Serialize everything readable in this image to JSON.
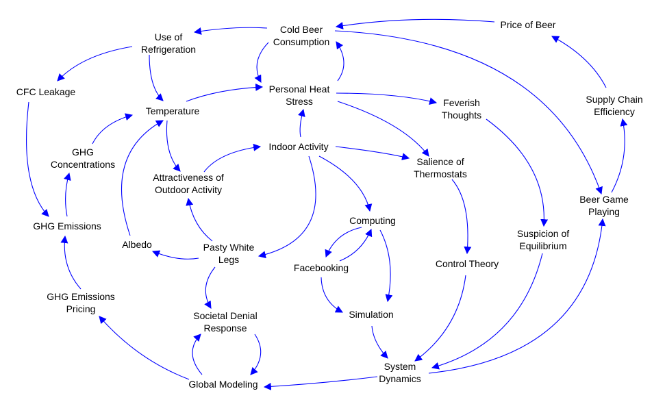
{
  "diagram": {
    "type": "causal-loop-diagram",
    "colors": {
      "arrow": "#0000ff",
      "text": "#000000",
      "background": "#ffffff"
    },
    "nodes": [
      {
        "id": "cold-beer-consumption",
        "lines": [
          "Cold Beer",
          "Consumption"
        ]
      },
      {
        "id": "price-of-beer",
        "lines": [
          "Price of Beer"
        ]
      },
      {
        "id": "use-of-refrigeration",
        "lines": [
          "Use of",
          "Refrigeration"
        ]
      },
      {
        "id": "cfc-leakage",
        "lines": [
          "CFC Leakage"
        ]
      },
      {
        "id": "personal-heat-stress",
        "lines": [
          "Personal Heat",
          "Stress"
        ]
      },
      {
        "id": "temperature",
        "lines": [
          "Temperature"
        ]
      },
      {
        "id": "feverish-thoughts",
        "lines": [
          "Feverish",
          "Thoughts"
        ]
      },
      {
        "id": "supply-chain-efficiency",
        "lines": [
          "Supply Chain",
          "Efficiency"
        ]
      },
      {
        "id": "ghg-concentrations",
        "lines": [
          "GHG",
          "Concentrations"
        ]
      },
      {
        "id": "indoor-activity",
        "lines": [
          "Indoor Activity"
        ]
      },
      {
        "id": "salience-of-thermostats",
        "lines": [
          "Salience of",
          "Thermostats"
        ]
      },
      {
        "id": "attractiveness-of-outdoor-activity",
        "lines": [
          "Attractiveness of",
          "Outdoor Activity"
        ]
      },
      {
        "id": "beer-game-playing",
        "lines": [
          "Beer Game",
          "Playing"
        ]
      },
      {
        "id": "ghg-emissions",
        "lines": [
          "GHG Emissions"
        ]
      },
      {
        "id": "computing",
        "lines": [
          "Computing"
        ]
      },
      {
        "id": "suspicion-of-equilibrium",
        "lines": [
          "Suspicion of",
          "Equilibrium"
        ]
      },
      {
        "id": "albedo",
        "lines": [
          "Albedo"
        ]
      },
      {
        "id": "pasty-white-legs",
        "lines": [
          "Pasty White",
          "Legs"
        ]
      },
      {
        "id": "facebooking",
        "lines": [
          "Facebooking"
        ]
      },
      {
        "id": "control-theory",
        "lines": [
          "Control Theory"
        ]
      },
      {
        "id": "ghg-emissions-pricing",
        "lines": [
          "GHG Emissions",
          "Pricing"
        ]
      },
      {
        "id": "societal-denial-response",
        "lines": [
          "Societal Denial",
          "Response"
        ]
      },
      {
        "id": "simulation",
        "lines": [
          "Simulation"
        ]
      },
      {
        "id": "system-dynamics",
        "lines": [
          "System",
          "Dynamics"
        ]
      },
      {
        "id": "global-modeling",
        "lines": [
          "Global Modeling"
        ]
      }
    ],
    "links": [
      {
        "from": "cold-beer-consumption",
        "to": "use-of-refrigeration"
      },
      {
        "from": "price-of-beer",
        "to": "cold-beer-consumption"
      },
      {
        "from": "cold-beer-consumption",
        "to": "personal-heat-stress"
      },
      {
        "from": "personal-heat-stress",
        "to": "cold-beer-consumption"
      },
      {
        "from": "cold-beer-consumption",
        "to": "beer-game-playing"
      },
      {
        "from": "use-of-refrigeration",
        "to": "cfc-leakage"
      },
      {
        "from": "use-of-refrigeration",
        "to": "temperature"
      },
      {
        "from": "cfc-leakage",
        "to": "ghg-emissions"
      },
      {
        "from": "temperature",
        "to": "personal-heat-stress"
      },
      {
        "from": "temperature",
        "to": "attractiveness-of-outdoor-activity"
      },
      {
        "from": "personal-heat-stress",
        "to": "feverish-thoughts"
      },
      {
        "from": "personal-heat-stress",
        "to": "salience-of-thermostats"
      },
      {
        "from": "indoor-activity",
        "to": "personal-heat-stress"
      },
      {
        "from": "attractiveness-of-outdoor-activity",
        "to": "indoor-activity"
      },
      {
        "from": "indoor-activity",
        "to": "salience-of-thermostats"
      },
      {
        "from": "indoor-activity",
        "to": "computing"
      },
      {
        "from": "indoor-activity",
        "to": "pasty-white-legs"
      },
      {
        "from": "feverish-thoughts",
        "to": "suspicion-of-equilibrium"
      },
      {
        "from": "supply-chain-efficiency",
        "to": "price-of-beer"
      },
      {
        "from": "beer-game-playing",
        "to": "supply-chain-efficiency"
      },
      {
        "from": "ghg-concentrations",
        "to": "temperature"
      },
      {
        "from": "ghg-emissions",
        "to": "ghg-concentrations"
      },
      {
        "from": "ghg-emissions-pricing",
        "to": "ghg-emissions"
      },
      {
        "from": "albedo",
        "to": "temperature"
      },
      {
        "from": "pasty-white-legs",
        "to": "albedo"
      },
      {
        "from": "pasty-white-legs",
        "to": "attractiveness-of-outdoor-activity"
      },
      {
        "from": "pasty-white-legs",
        "to": "societal-denial-response"
      },
      {
        "from": "salience-of-thermostats",
        "to": "control-theory"
      },
      {
        "from": "computing",
        "to": "facebooking"
      },
      {
        "from": "facebooking",
        "to": "computing"
      },
      {
        "from": "facebooking",
        "to": "simulation"
      },
      {
        "from": "computing",
        "to": "simulation"
      },
      {
        "from": "simulation",
        "to": "system-dynamics"
      },
      {
        "from": "control-theory",
        "to": "system-dynamics"
      },
      {
        "from": "suspicion-of-equilibrium",
        "to": "system-dynamics"
      },
      {
        "from": "system-dynamics",
        "to": "beer-game-playing"
      },
      {
        "from": "system-dynamics",
        "to": "global-modeling"
      },
      {
        "from": "global-modeling",
        "to": "ghg-emissions-pricing"
      },
      {
        "from": "global-modeling",
        "to": "societal-denial-response"
      },
      {
        "from": "societal-denial-response",
        "to": "global-modeling"
      }
    ]
  }
}
